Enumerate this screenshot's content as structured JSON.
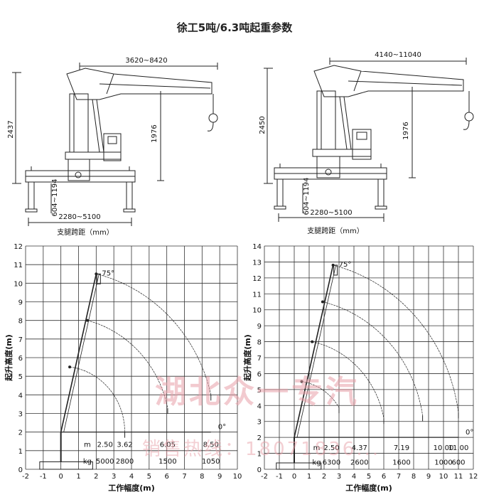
{
  "title": "徐工5吨/6.3吨起重参数",
  "left_drawing": {
    "reach_dim": "3620~8420",
    "total_height": "2437",
    "inner_height": "1976",
    "leg_dim": "604~1194",
    "span_dim": "2280~5100"
  },
  "right_drawing": {
    "reach_dim": "4140~11040",
    "total_height": "2450",
    "inner_height": "1976",
    "leg_dim": "604~1194",
    "span_dim": "2280~5100"
  },
  "span_caption": "支腿跨距（mm）",
  "watermark": {
    "line1": "湖北众一专汽",
    "line2": "销售热线：18071836..."
  },
  "chart_data": [
    {
      "type": "line",
      "xlabel": "工作幅度(m)",
      "ylabel": "起升高度(m)",
      "xlim": [
        -2,
        10
      ],
      "ylim": [
        0,
        12
      ],
      "angle_top": "75°",
      "angle_bottom": "0°",
      "boom_tip_points": [
        {
          "x": 0.5,
          "y": 5.5
        },
        {
          "x": 1.5,
          "y": 8.0
        },
        {
          "x": 2.0,
          "y": 10.5
        }
      ],
      "arcs_end_x": [
        3.62,
        6.05,
        8.5
      ],
      "table": {
        "row_m_label": "m",
        "row_kg_label": "kg",
        "radius": [
          "2.50",
          "3.62",
          "6.05",
          "8.50"
        ],
        "load": [
          "5000",
          "2800",
          "1500",
          "1050"
        ]
      }
    },
    {
      "type": "line",
      "xlabel": "工作幅度(m)",
      "ylabel": "起升高度(m)",
      "xlim": [
        -2,
        12
      ],
      "ylim": [
        0,
        14
      ],
      "angle_top": "75°",
      "angle_bottom": "0°",
      "boom_tip_points": [
        {
          "x": 0.5,
          "y": 5.5
        },
        {
          "x": 1.2,
          "y": 8.0
        },
        {
          "x": 1.9,
          "y": 10.5
        },
        {
          "x": 2.6,
          "y": 12.8
        }
      ],
      "arcs_end_x": [
        3.0,
        6.0,
        8.6,
        11.0
      ],
      "table": {
        "row_m_label": "m",
        "row_kg_label": "kg",
        "radius": [
          "2.50",
          "4.37",
          "7.19",
          "10.00",
          "11.00"
        ],
        "load": [
          "6300",
          "2600",
          "1600",
          "1000",
          "600"
        ]
      }
    }
  ]
}
